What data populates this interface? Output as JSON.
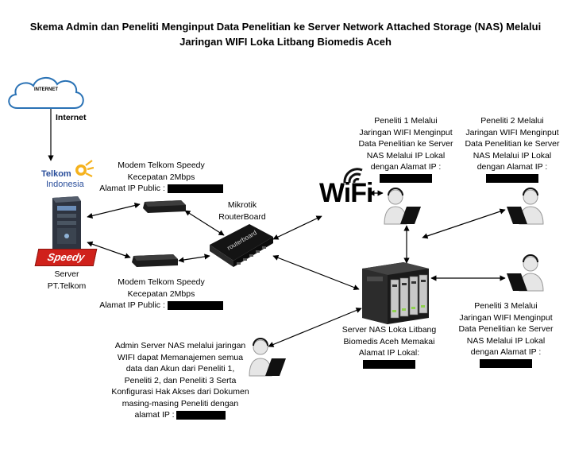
{
  "title": {
    "line1": "Skema Admin dan Peneliti Menginput Data Penelitian ke Server Network Attached Storage (NAS) Melalui",
    "line2": "Jaringan WIFI Loka Litbang Biomedis Aceh"
  },
  "cloud": {
    "label": "INTERNET",
    "caption": "Internet"
  },
  "telkom": {
    "brand": "Telkom",
    "sub": "Indonesia",
    "speedy": "Speedy"
  },
  "server_telkom": {
    "line1": "Server",
    "line2": "PT.Telkom"
  },
  "modem1": {
    "line1": "Modem Telkom Speedy",
    "line2": "Kecepatan 2Mbps",
    "line3": "Alamat IP Public :"
  },
  "modem2": {
    "line1": "Modem Telkom Speedy",
    "line2": "Kecepatan 2Mbps",
    "line3": "Alamat IP Public :"
  },
  "router": {
    "line1": "Mikrotik",
    "line2": "RouterBoard",
    "brand": "routerboard"
  },
  "wifi": {
    "label": "WiFi"
  },
  "peneliti1": {
    "lines": [
      "Peneliti 1 Melalui",
      "Jaringan WIFI Menginput",
      "Data Penelitian ke Server",
      "NAS Melalui IP Lokal",
      "dengan Alamat IP :"
    ]
  },
  "peneliti2": {
    "lines": [
      "Peneliti 2 Melalui",
      "Jaringan WIFI Menginput",
      "Data Penelitian ke Server",
      "NAS Melalui IP Lokal",
      "dengan Alamat IP :"
    ]
  },
  "peneliti3": {
    "lines": [
      "Peneliti 3 Melalui",
      "Jaringan WIFI Menginput",
      "Data Penelitian ke Server",
      "NAS Melalui IP Lokal",
      "dengan Alamat IP :"
    ]
  },
  "nas": {
    "lines": [
      "Server NAS Loka Litbang",
      "Biomedis Aceh Memakai",
      "Alamat IP Lokal:"
    ]
  },
  "admin": {
    "lines": [
      "Admin Server NAS melalui jaringan",
      "WIFI dapat Memanajemen semua",
      "data dan Akun dari Peneliti 1,",
      "Peneliti 2, dan Peneliti 3 Serta",
      "Konfigurasi Hak Akses dari Dokumen",
      "masing-masing Peneliti dengan",
      "alamat IP :"
    ]
  }
}
